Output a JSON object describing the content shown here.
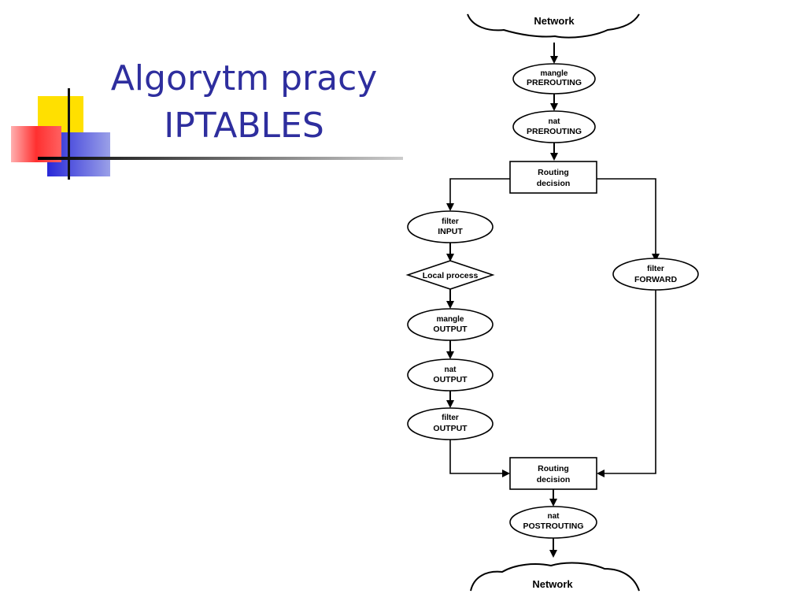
{
  "slide": {
    "title_line1": "Algorytm pracy",
    "title_line2": "IPTABLES"
  },
  "diagram": {
    "network_top": "Network",
    "network_bottom": "Network",
    "mangle_prerouting": [
      "mangle",
      "PREROUTING"
    ],
    "nat_prerouting": [
      "nat",
      "PREROUTING"
    ],
    "routing_decision_1": [
      "Routing",
      "decision"
    ],
    "filter_input": [
      "filter",
      "INPUT"
    ],
    "local_process": "Local process",
    "mangle_output": [
      "mangle",
      "OUTPUT"
    ],
    "nat_output": [
      "nat",
      "OUTPUT"
    ],
    "filter_output": [
      "filter",
      "OUTPUT"
    ],
    "filter_forward": [
      "filter",
      "FORWARD"
    ],
    "routing_decision_2": [
      "Routing",
      "decision"
    ],
    "nat_postrouting": [
      "nat",
      "POSTROUTING"
    ]
  },
  "colors": {
    "title": "#2e2e9e",
    "deco_yellow": "#ffe000",
    "deco_red": "#ff3a3a",
    "deco_blue": "#2e2ee0"
  }
}
